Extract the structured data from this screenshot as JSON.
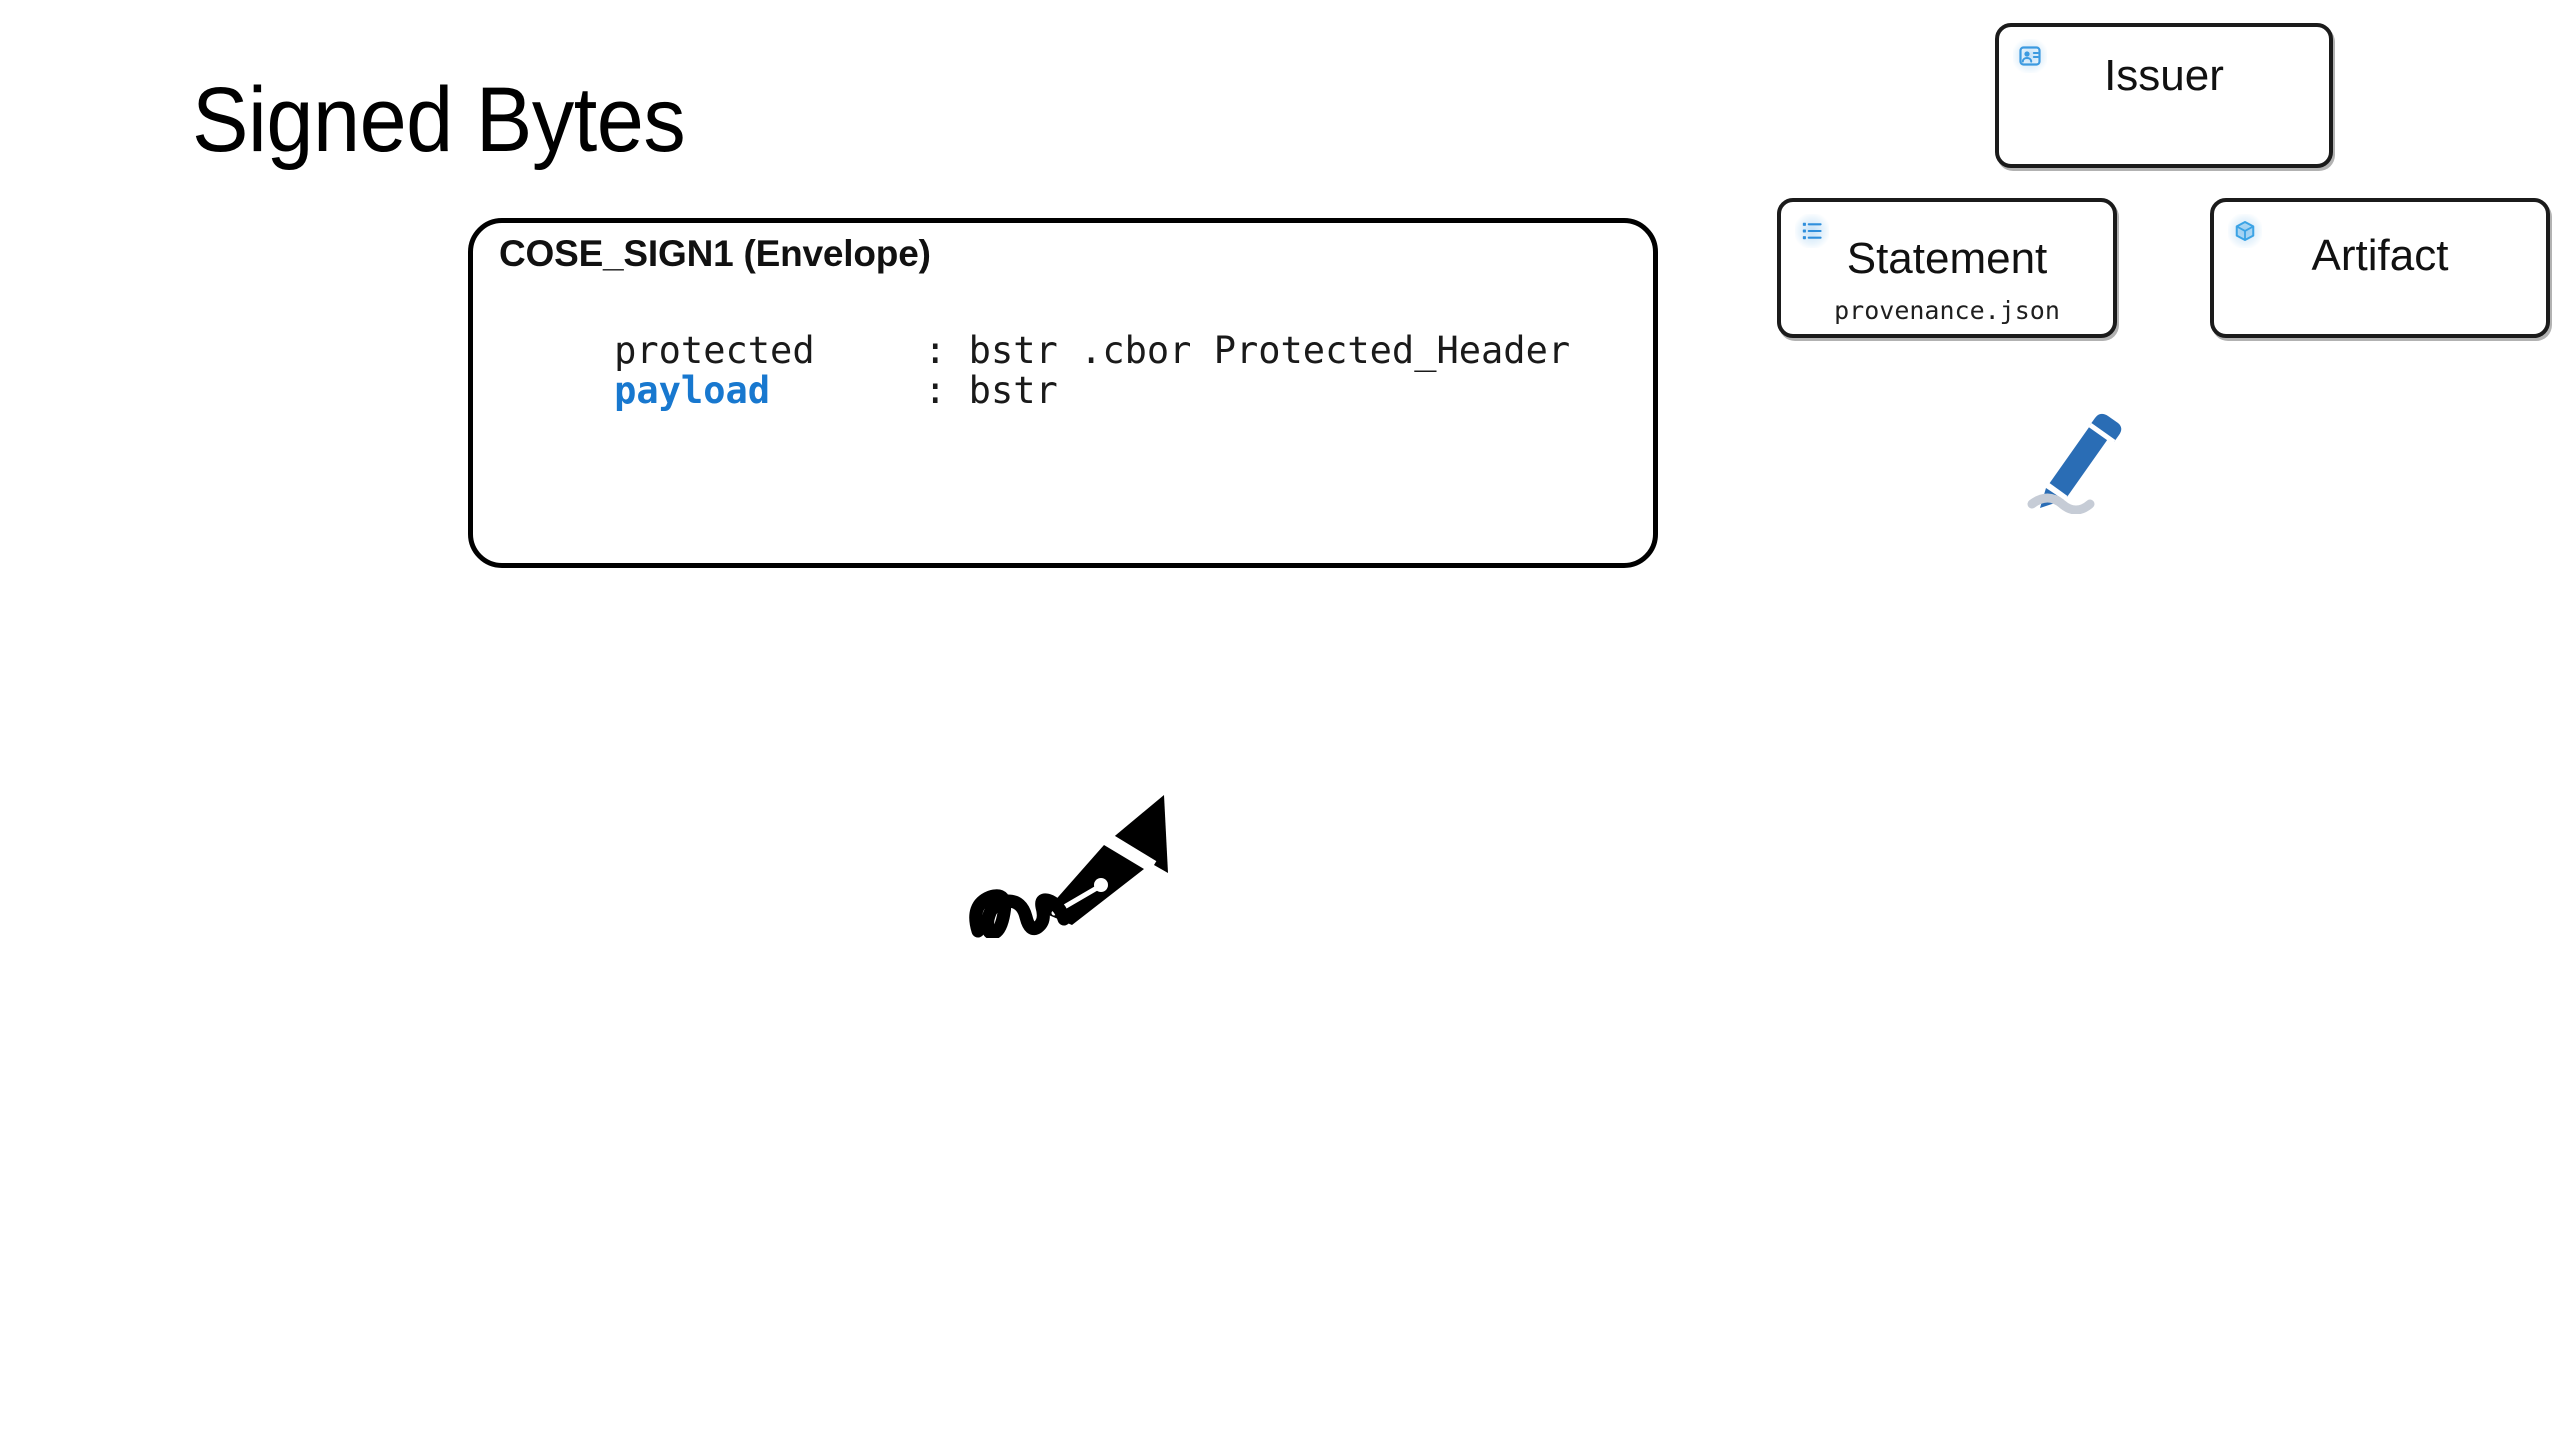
{
  "slide": {
    "title": "Signed Bytes",
    "background_color": "#ffffff"
  },
  "envelope": {
    "title": "COSE_SIGN1 (Envelope)",
    "rows": [
      {
        "field": "protected",
        "separator": ":",
        "type": "bstr .cbor Protected_Header",
        "highlighted": false
      },
      {
        "field": "payload",
        "separator": ":",
        "type": "bstr",
        "highlighted": true
      }
    ],
    "highlight_color": "#1878cf",
    "border_color": "#000000"
  },
  "nodes": [
    {
      "id": "issuer",
      "label": "Issuer",
      "sublabel": "",
      "icon": "id-badge-icon",
      "icon_color": "#3c9ae0"
    },
    {
      "id": "statement",
      "label": "Statement",
      "sublabel": "provenance.json",
      "icon": "list-icon",
      "icon_color": "#2f8fdc"
    },
    {
      "id": "artifact",
      "label": "Artifact",
      "sublabel": "",
      "icon": "cube-icon",
      "icon_color": "#3ba3e5"
    }
  ],
  "glyphs": {
    "sign_pen": {
      "name": "pen-signature-icon",
      "pen_color": "#2a6db5",
      "squiggle_color": "#c6ccd6"
    },
    "signature": {
      "name": "fountain-pen-signature-icon",
      "color": "#000000"
    }
  }
}
